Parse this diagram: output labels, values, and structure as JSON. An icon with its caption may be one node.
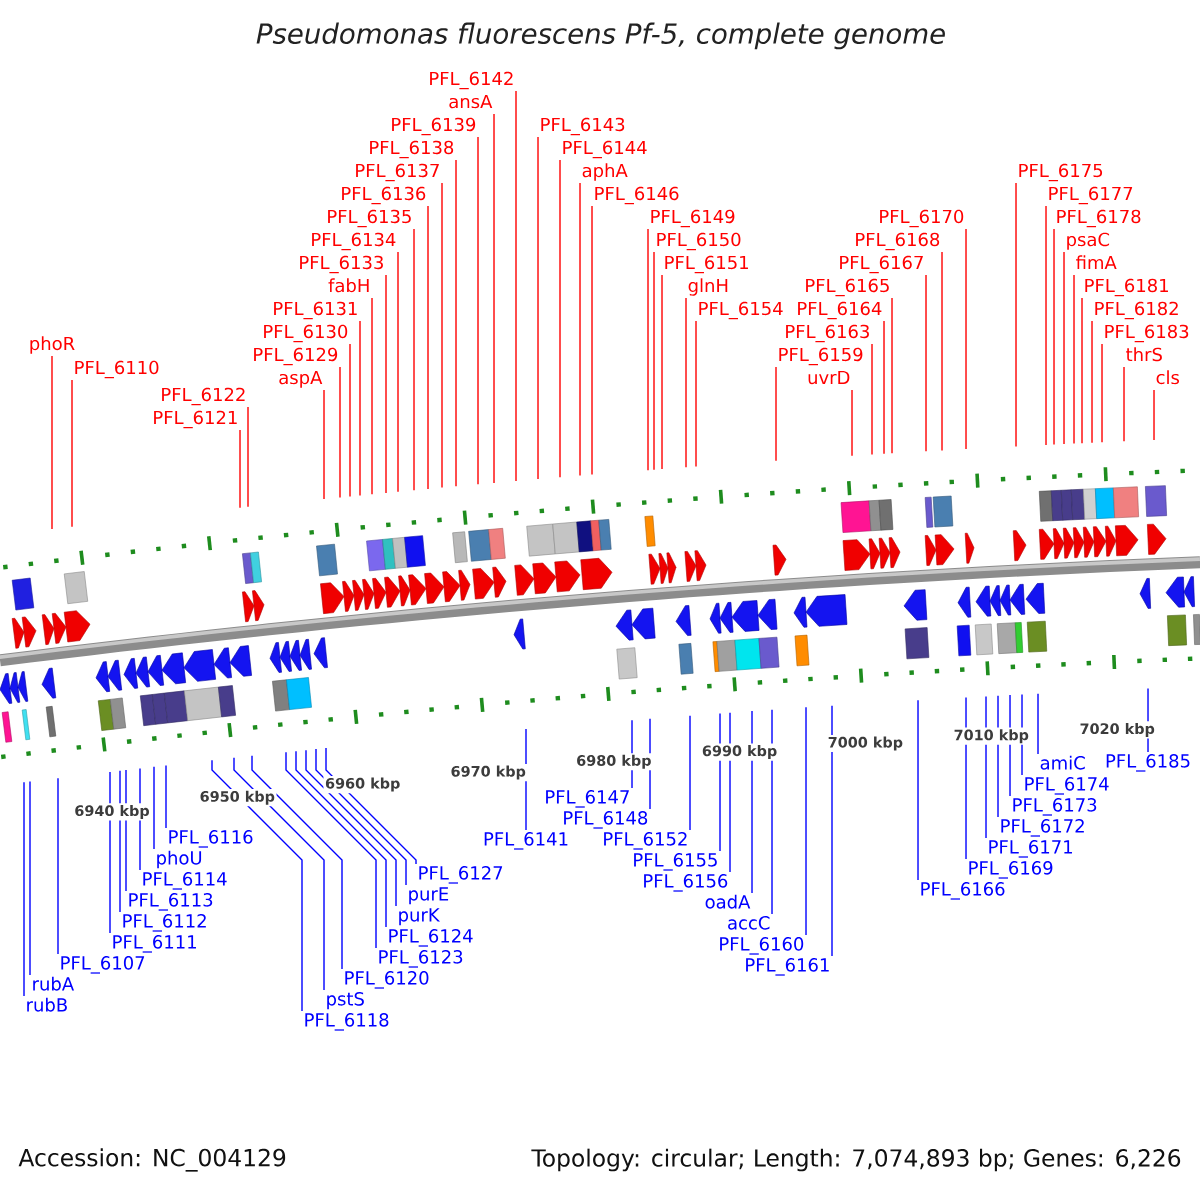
{
  "diagram": {
    "title": "Pseudomonas fluorescens Pf-5, complete genome",
    "nodes": [
      {
        "text": [
          "phoR"
        ]
      },
      {
        "text": [
          "PFL_6110"
        ]
      },
      {
        "text": [
          "PFL_6121"
        ]
      },
      {
        "text": [
          "PFL_6122"
        ]
      },
      {
        "text": [
          "aspA"
        ]
      },
      {
        "text": [
          "PFL_6129"
        ]
      },
      {
        "text": [
          "PFL_6130"
        ]
      },
      {
        "text": [
          "PFL_6131"
        ]
      },
      {
        "text": [
          "fabH"
        ]
      },
      {
        "text": [
          "PFL_6133"
        ]
      },
      {
        "text": [
          "PFL_6134"
        ]
      },
      {
        "text": [
          "PFL_6135"
        ]
      },
      {
        "text": [
          "PFL_6136"
        ]
      },
      {
        "text": [
          "PFL_6137"
        ]
      },
      {
        "text": [
          "PFL_6138"
        ]
      },
      {
        "text": [
          "PFL_6139"
        ]
      },
      {
        "text": [
          "ansA"
        ]
      },
      {
        "text": [
          "PFL_6142"
        ]
      },
      {
        "text": [
          "PFL_6143"
        ]
      },
      {
        "text": [
          "PFL_6144"
        ]
      },
      {
        "text": [
          "aphA"
        ]
      },
      {
        "text": [
          "PFL_6146"
        ]
      },
      {
        "text": [
          "PFL_6149"
        ]
      },
      {
        "text": [
          "PFL_6150"
        ]
      },
      {
        "text": [
          "PFL_6151"
        ]
      },
      {
        "text": [
          "glnH"
        ]
      },
      {
        "text": [
          "PFL_6154"
        ]
      },
      {
        "text": [
          "PFL_6159"
        ]
      },
      {
        "text": [
          "uvrD"
        ]
      },
      {
        "text": [
          "PFL_6163"
        ]
      },
      {
        "text": [
          "PFL_6164"
        ]
      },
      {
        "text": [
          "PFL_6165"
        ]
      },
      {
        "text": [
          "PFL_6167"
        ]
      },
      {
        "text": [
          "PFL_6168"
        ]
      },
      {
        "text": [
          "PFL_6170"
        ]
      },
      {
        "text": [
          "PFL_6175"
        ]
      },
      {
        "text": [
          "PFL_6177"
        ]
      },
      {
        "text": [
          "PFL_6178"
        ]
      },
      {
        "text": [
          "psaC"
        ]
      },
      {
        "text": [
          "fimA"
        ]
      },
      {
        "text": [
          "PFL_6181"
        ]
      },
      {
        "text": [
          "PFL_6182"
        ]
      },
      {
        "text": [
          "PFL_6183"
        ]
      },
      {
        "text": [
          "thrS"
        ]
      },
      {
        "text": [
          "cls"
        ]
      },
      {
        "text": [
          "rubB"
        ]
      },
      {
        "text": [
          "rubA"
        ]
      },
      {
        "text": [
          "PFL_6107"
        ]
      },
      {
        "text": [
          "PFL_6111"
        ]
      },
      {
        "text": [
          "PFL_6112"
        ]
      },
      {
        "text": [
          "PFL_6113"
        ]
      },
      {
        "text": [
          "PFL_6114"
        ]
      },
      {
        "text": [
          "phoU"
        ]
      },
      {
        "text": [
          "PFL_6116"
        ]
      },
      {
        "text": [
          "PFL_6118"
        ]
      },
      {
        "text": [
          "pstS"
        ]
      },
      {
        "text": [
          "PFL_6120"
        ]
      },
      {
        "text": [
          "PFL_6123"
        ]
      },
      {
        "text": [
          "PFL_6124"
        ]
      },
      {
        "text": [
          "purK"
        ]
      },
      {
        "text": [
          "purE"
        ]
      },
      {
        "text": [
          "PFL_6127"
        ]
      },
      {
        "text": [
          "PFL_6141"
        ]
      },
      {
        "text": [
          "PFL_6147"
        ]
      },
      {
        "text": [
          "PFL_6148"
        ]
      },
      {
        "text": [
          "PFL_6152"
        ]
      },
      {
        "text": [
          "PFL_6155"
        ]
      },
      {
        "text": [
          "PFL_6156"
        ]
      },
      {
        "text": [
          "oadA"
        ]
      },
      {
        "text": [
          "accC"
        ]
      },
      {
        "text": [
          "PFL_6160"
        ]
      },
      {
        "text": [
          "PFL_6161"
        ]
      },
      {
        "text": [
          "PFL_6166"
        ]
      },
      {
        "text": [
          "PFL_6169"
        ]
      },
      {
        "text": [
          "PFL_6171"
        ]
      },
      {
        "text": [
          "PFL_6172"
        ]
      },
      {
        "text": [
          "PFL_6173"
        ]
      },
      {
        "text": [
          "PFL_6174"
        ]
      },
      {
        "text": [
          "amiC"
        ]
      },
      {
        "text": [
          "PFL_6185"
        ]
      }
    ],
    "edges": [
      {
        "from": 0,
        "to": null,
        "arrow": "none"
      },
      {
        "from": 1,
        "to": null,
        "arrow": "none"
      },
      {
        "from": 2,
        "to": null,
        "arrow": "none"
      },
      {
        "from": 3,
        "to": null,
        "arrow": "none"
      },
      {
        "from": 4,
        "to": null,
        "arrow": "none"
      },
      {
        "from": 5,
        "to": null,
        "arrow": "none"
      },
      {
        "from": 6,
        "to": null,
        "arrow": "none"
      },
      {
        "from": 7,
        "to": null,
        "arrow": "none"
      },
      {
        "from": 8,
        "to": null,
        "arrow": "none"
      },
      {
        "from": 9,
        "to": null,
        "arrow": "none"
      },
      {
        "from": 10,
        "to": null,
        "arrow": "none"
      },
      {
        "from": 11,
        "to": null,
        "arrow": "none"
      },
      {
        "from": 12,
        "to": null,
        "arrow": "none"
      },
      {
        "from": 13,
        "to": null,
        "arrow": "none"
      },
      {
        "from": 14,
        "to": null,
        "arrow": "none"
      },
      {
        "from": 15,
        "to": null,
        "arrow": "none"
      },
      {
        "from": 16,
        "to": null,
        "arrow": "none"
      },
      {
        "from": 17,
        "to": null,
        "arrow": "none"
      },
      {
        "from": 18,
        "to": null,
        "arrow": "none"
      },
      {
        "from": 19,
        "to": null,
        "arrow": "none"
      },
      {
        "from": 20,
        "to": null,
        "arrow": "none"
      },
      {
        "from": 21,
        "to": null,
        "arrow": "none"
      },
      {
        "from": 22,
        "to": null,
        "arrow": "none"
      },
      {
        "from": 23,
        "to": null,
        "arrow": "none"
      },
      {
        "from": 24,
        "to": null,
        "arrow": "none"
      },
      {
        "from": 25,
        "to": null,
        "arrow": "none"
      },
      {
        "from": 26,
        "to": null,
        "arrow": "none"
      },
      {
        "from": 27,
        "to": null,
        "arrow": "none"
      },
      {
        "from": 28,
        "to": null,
        "arrow": "none"
      },
      {
        "from": 29,
        "to": null,
        "arrow": "none"
      },
      {
        "from": 30,
        "to": null,
        "arrow": "none"
      },
      {
        "from": 31,
        "to": null,
        "arrow": "none"
      },
      {
        "from": 32,
        "to": null,
        "arrow": "none"
      },
      {
        "from": 33,
        "to": null,
        "arrow": "none"
      },
      {
        "from": 34,
        "to": null,
        "arrow": "none"
      },
      {
        "from": 35,
        "to": null,
        "arrow": "none"
      },
      {
        "from": 36,
        "to": null,
        "arrow": "none"
      },
      {
        "from": 37,
        "to": null,
        "arrow": "none"
      },
      {
        "from": 38,
        "to": null,
        "arrow": "none"
      },
      {
        "from": 39,
        "to": null,
        "arrow": "none"
      },
      {
        "from": 40,
        "to": null,
        "arrow": "none"
      },
      {
        "from": 41,
        "to": null,
        "arrow": "none"
      },
      {
        "from": 42,
        "to": null,
        "arrow": "none"
      },
      {
        "from": 43,
        "to": null,
        "arrow": "none"
      },
      {
        "from": 44,
        "to": null,
        "arrow": "none"
      },
      {
        "from": 45,
        "to": null,
        "arrow": "none",
        "color": "#0000ff"
      },
      {
        "from": 46,
        "to": null,
        "arrow": "none",
        "color": "#0000ff"
      },
      {
        "from": 47,
        "to": null,
        "arrow": "none",
        "color": "#0000ff"
      },
      {
        "from": 48,
        "to": null,
        "arrow": "none",
        "color": "#0000ff"
      },
      {
        "from": 49,
        "to": null,
        "arrow": "none",
        "color": "#0000ff"
      },
      {
        "from": 50,
        "to": null,
        "arrow": "none",
        "color": "#0000ff"
      },
      {
        "from": 51,
        "to": null,
        "arrow": "none",
        "color": "#0000ff"
      },
      {
        "from": 52,
        "to": null,
        "arrow": "none",
        "color": "#0000ff"
      },
      {
        "from": 53,
        "to": null,
        "arrow": "none",
        "color": "#0000ff"
      },
      {
        "from": 54,
        "to": null,
        "arrow": "none",
        "color": "#0000ff"
      },
      {
        "from": 55,
        "to": null,
        "arrow": "none",
        "color": "#0000ff"
      },
      {
        "from": 56,
        "to": null,
        "arrow": "none",
        "color": "#0000ff"
      },
      {
        "from": 57,
        "to": null,
        "arrow": "none",
        "color": "#0000ff"
      },
      {
        "from": 58,
        "to": null,
        "arrow": "none",
        "color": "#0000ff"
      },
      {
        "from": 59,
        "to": null,
        "arrow": "none",
        "color": "#0000ff"
      },
      {
        "from": 60,
        "to": null,
        "arrow": "none",
        "color": "#0000ff"
      },
      {
        "from": 61,
        "to": null,
        "arrow": "none",
        "color": "#0000ff"
      },
      {
        "from": 62,
        "to": null,
        "arrow": "none",
        "color": "#0000ff"
      },
      {
        "from": 63,
        "to": null,
        "arrow": "none",
        "color": "#0000ff"
      },
      {
        "from": 64,
        "to": null,
        "arrow": "none",
        "color": "#0000ff"
      },
      {
        "from": 65,
        "to": null,
        "arrow": "none",
        "color": "#0000ff"
      },
      {
        "from": 66,
        "to": null,
        "arrow": "none",
        "color": "#0000ff"
      },
      {
        "from": 67,
        "to": null,
        "arrow": "none",
        "color": "#0000ff"
      },
      {
        "from": 68,
        "to": null,
        "arrow": "none",
        "color": "#0000ff"
      },
      {
        "from": 69,
        "to": null,
        "arrow": "none",
        "color": "#0000ff"
      },
      {
        "from": 70,
        "to": null,
        "arrow": "none",
        "color": "#0000ff"
      },
      {
        "from": 71,
        "to": null,
        "arrow": "none",
        "color": "#0000ff"
      },
      {
        "from": 72,
        "to": null,
        "arrow": "none",
        "color": "#0000ff"
      },
      {
        "from": 73,
        "to": null,
        "arrow": "none",
        "color": "#0000ff"
      },
      {
        "from": 74,
        "to": null,
        "arrow": "none",
        "color": "#0000ff"
      },
      {
        "from": 75,
        "to": null,
        "arrow": "none",
        "color": "#0000ff"
      },
      {
        "from": 76,
        "to": null,
        "arrow": "none",
        "color": "#0000ff"
      },
      {
        "from": 77,
        "to": null,
        "arrow": "none",
        "color": "#0000ff"
      },
      {
        "from": 78,
        "to": null,
        "arrow": "none",
        "color": "#0000ff"
      },
      {
        "from": 79,
        "to": null,
        "arrow": "none",
        "color": "#0000ff"
      }
    ],
    "labels": [
      "6940 kbp",
      "6950 kbp",
      "6960 kbp",
      "6970 kbp",
      "6980 kbp",
      "6990 kbp",
      "7000 kbp",
      "7010 kbp",
      "7020 kbp",
      "Accession: NC_004129",
      "Topology: circular; Length: 7,074,893 bp; Genes: 6,226"
    ]
  }
}
